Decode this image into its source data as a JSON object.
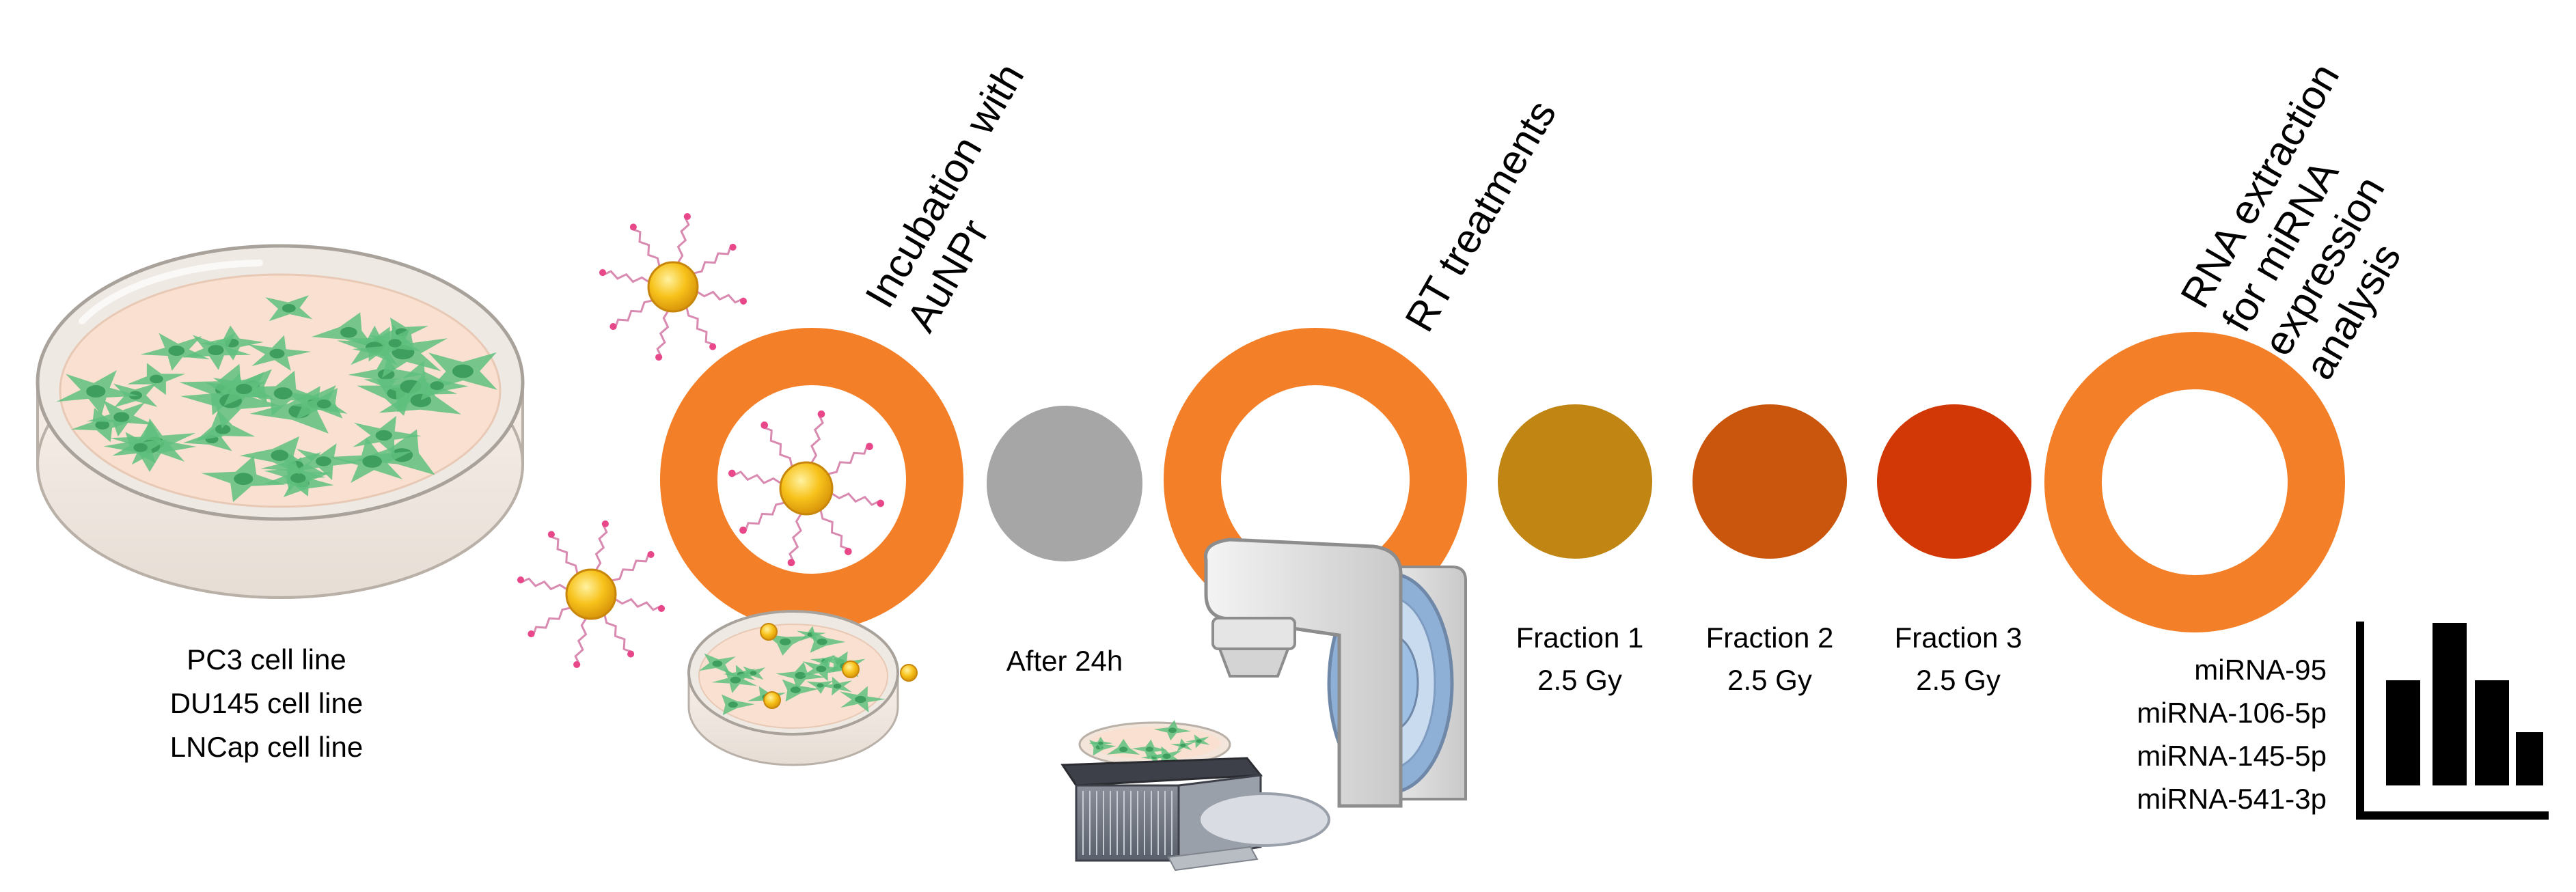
{
  "colors": {
    "ring": "#f47f29",
    "after_24h": "#a6a6a6",
    "fraction_1": "#c08512",
    "fraction_2": "#c9560c",
    "fraction_3": "#d13805",
    "gold": "#f7c21b",
    "cell": "#5fc07e",
    "medium": "#f9e0d0",
    "ligand": "#e8488a"
  },
  "cell_lines": [
    "PC3 cell line",
    "DU145 cell line",
    "LNCap cell line"
  ],
  "steps": {
    "incubation": [
      "Incubation with",
      "AuNPr"
    ],
    "rt": [
      "RT treatments"
    ],
    "rna": [
      "RNA extraction",
      "for miRNA",
      "expression",
      "analysis"
    ]
  },
  "after": "After 24h",
  "fractions": [
    {
      "name": "Fraction 1",
      "dose": "2.5 Gy"
    },
    {
      "name": "Fraction 2",
      "dose": "2.5 Gy"
    },
    {
      "name": "Fraction 3",
      "dose": "2.5 Gy"
    }
  ],
  "mirnas": [
    "miRNA-95",
    "miRNA-106-5p",
    "miRNA-145-5p",
    "miRNA-541-3p"
  ],
  "icons": {
    "dish": "petri-dish-icon",
    "nanoparticle": "gold-nanoparticle-icon",
    "linac": "linear-accelerator-icon",
    "bar_chart": "bar-chart-icon"
  }
}
